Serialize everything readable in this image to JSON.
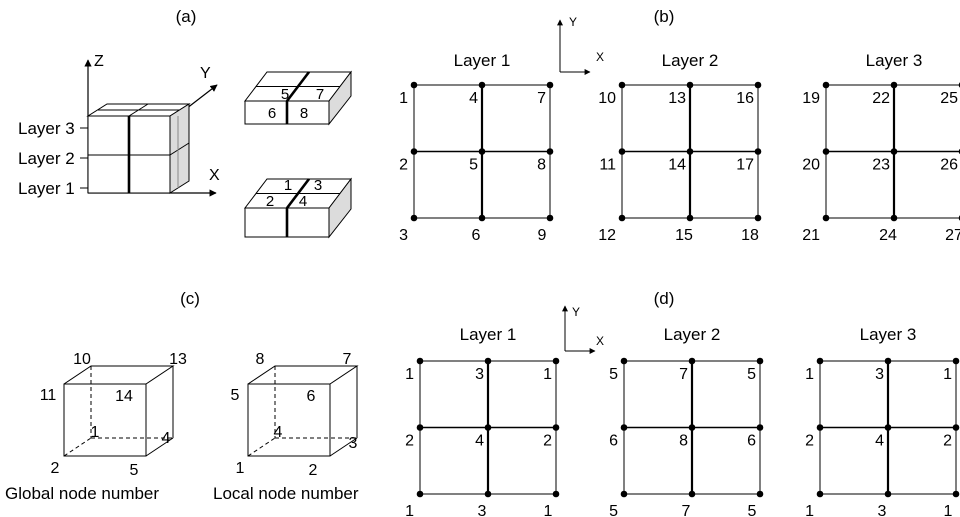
{
  "panels": {
    "a": {
      "label": "(a)",
      "axes": {
        "z": "Z",
        "y": "Y",
        "x": "X"
      },
      "layers": [
        "Layer 3",
        "Layer 2",
        "Layer 1"
      ],
      "top_element_numbers": [
        "5",
        "7",
        "6",
        "8"
      ],
      "bottom_element_numbers": [
        "1",
        "3",
        "2",
        "4"
      ]
    },
    "b": {
      "label": "(b)",
      "axes": {
        "y": "Y",
        "x": "X"
      },
      "grids": [
        {
          "title": "Layer 1",
          "nodes": [
            "1",
            "4",
            "7",
            "2",
            "5",
            "8",
            "3",
            "6",
            "9"
          ]
        },
        {
          "title": "Layer 2",
          "nodes": [
            "10",
            "13",
            "16",
            "11",
            "14",
            "17",
            "12",
            "15",
            "18"
          ]
        },
        {
          "title": "Layer 3",
          "nodes": [
            "19",
            "22",
            "25",
            "20",
            "23",
            "26",
            "21",
            "24",
            "27"
          ]
        }
      ]
    },
    "c": {
      "label": "(c)",
      "global": {
        "caption": "Global node number",
        "nodes": [
          "10",
          "13",
          "11",
          "14",
          "1",
          "4",
          "2",
          "5"
        ]
      },
      "local": {
        "caption": "Local node number",
        "nodes": [
          "8",
          "7",
          "5",
          "6",
          "4",
          "3",
          "1",
          "2"
        ]
      }
    },
    "d": {
      "label": "(d)",
      "axes": {
        "y": "Y",
        "x": "X"
      },
      "grids": [
        {
          "title": "Layer 1",
          "nodes": [
            "1",
            "3",
            "1",
            "2",
            "4",
            "2",
            "1",
            "3",
            "1"
          ]
        },
        {
          "title": "Layer 2",
          "nodes": [
            "5",
            "7",
            "5",
            "6",
            "8",
            "6",
            "5",
            "7",
            "5"
          ]
        },
        {
          "title": "Layer 3",
          "nodes": [
            "1",
            "3",
            "1",
            "2",
            "4",
            "2",
            "1",
            "3",
            "1"
          ]
        }
      ]
    }
  }
}
